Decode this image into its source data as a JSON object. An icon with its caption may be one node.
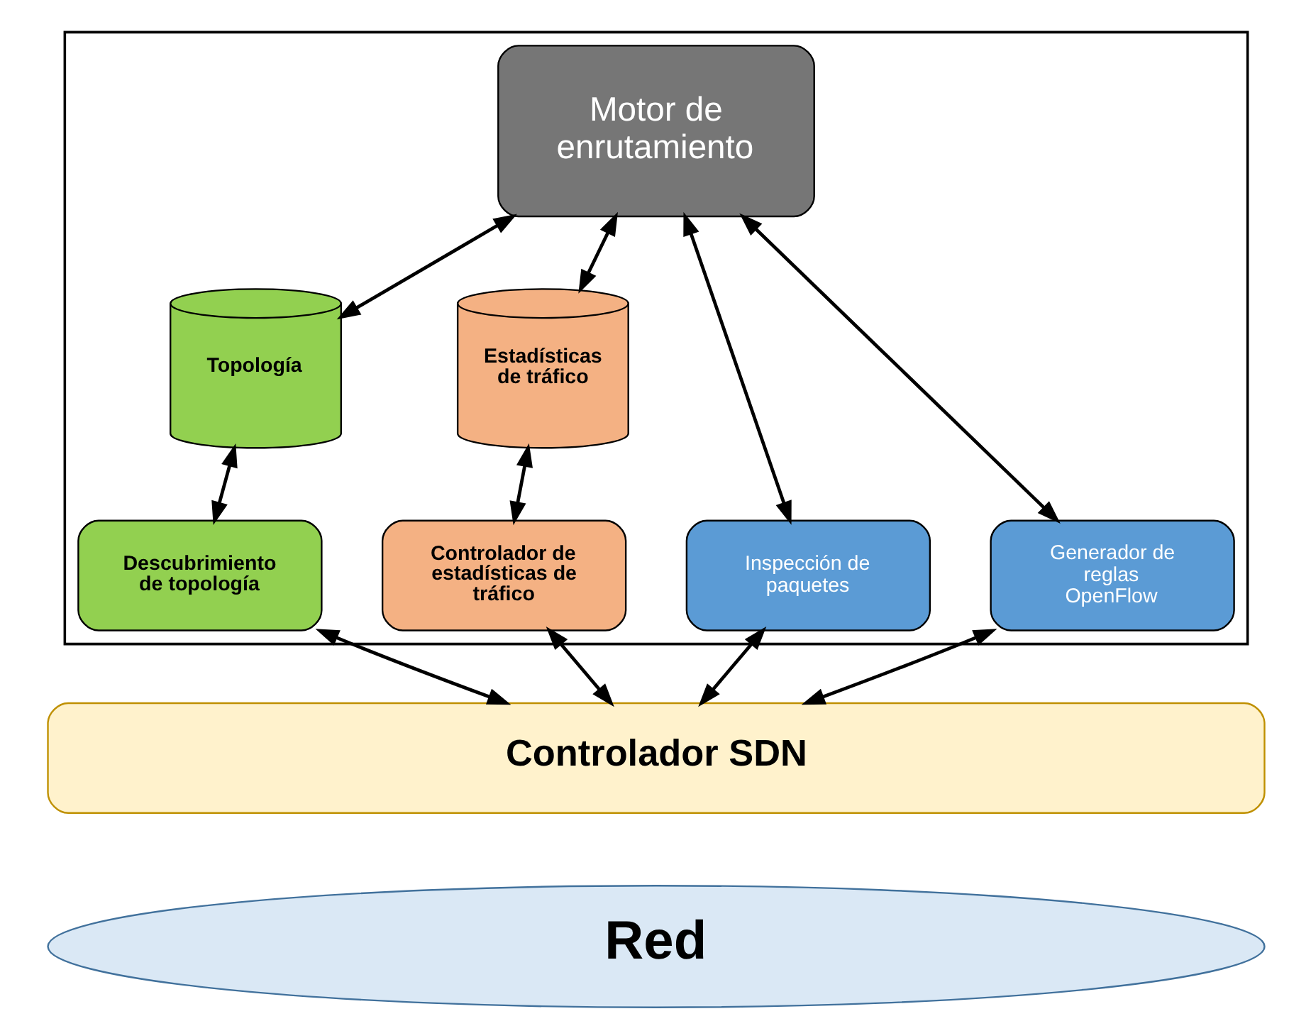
{
  "diagram": {
    "nodes": [
      {
        "text": [],
        "shape": "box"
      },
      {
        "text": [
          "Motor de enrutamiento"
        ],
        "in": 0
      },
      {
        "text": [
          "Topología"
        ],
        "in": 0
      },
      {
        "text": [
          "Estadísticas de tráfico"
        ],
        "in": 0
      },
      {
        "text": [
          "Descubrimiento de topología"
        ],
        "in": 0
      },
      {
        "text": [
          "Controlador de estadísticas de tráfico"
        ],
        "in": 0
      },
      {
        "text": [
          "Inspección de paquetes"
        ],
        "in": 0
      },
      {
        "text": [
          "Generador de reglas OpenFlow"
        ],
        "in": 0
      },
      {
        "text": [
          "Controlador SDN"
        ]
      },
      {
        "text": [
          "Red"
        ]
      }
    ],
    "edges": [
      {
        "from": 1,
        "to": 2,
        "arrow": "both"
      },
      {
        "from": 1,
        "to": 3,
        "arrow": "both"
      },
      {
        "from": 2,
        "to": 4,
        "arrow": "both"
      },
      {
        "from": 3,
        "to": 5,
        "arrow": "both"
      },
      {
        "from": 1,
        "to": 6,
        "arrow": "both"
      },
      {
        "from": 1,
        "to": 7,
        "arrow": "both"
      },
      {
        "from": 4,
        "to": 8,
        "arrow": "both"
      },
      {
        "from": 5,
        "to": 8,
        "arrow": "both"
      },
      {
        "from": 6,
        "to": 8,
        "arrow": "both"
      },
      {
        "from": 7,
        "to": 8,
        "arrow": "both"
      }
    ]
  }
}
